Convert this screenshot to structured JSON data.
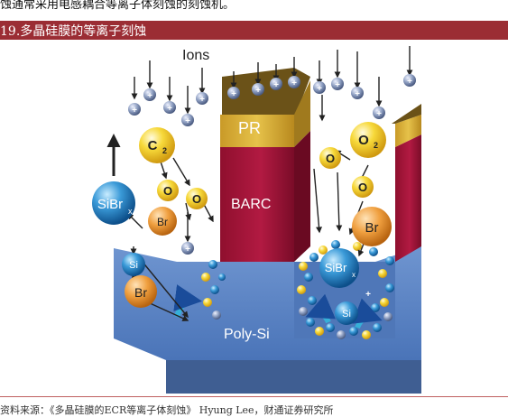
{
  "header": {
    "intro_line": "蚀通常采用电感耦合等离子体刻蚀的刻蚀机。",
    "figure_title": "19.多晶硅膜的等离子刻蚀"
  },
  "diagram": {
    "ions_label": "Ions",
    "pr_label": "PR",
    "barc_label": "BARC",
    "polysi_label": "Poly-Si",
    "sibrx_label": "SiBr",
    "sibrx_sub": "x",
    "br_label": "Br",
    "si_label": "Si",
    "o_label": "O",
    "o2_label": "O",
    "o2_sub": "2",
    "c2_label": "C",
    "c2_sub": "2",
    "plus": "+",
    "colors": {
      "substrate": "#5d86c6",
      "pr": "#d8b53a",
      "barc": "#a8163a",
      "ion": "#7a8db0",
      "br": "#e8952d",
      "si": "#2a6fb5",
      "oxygen": "#f1cd2b"
    }
  },
  "footer": {
    "source": "资料来源：《多晶硅膜的ECR等离子体刻蚀》 Hyung Lee，财通证券研究所"
  }
}
